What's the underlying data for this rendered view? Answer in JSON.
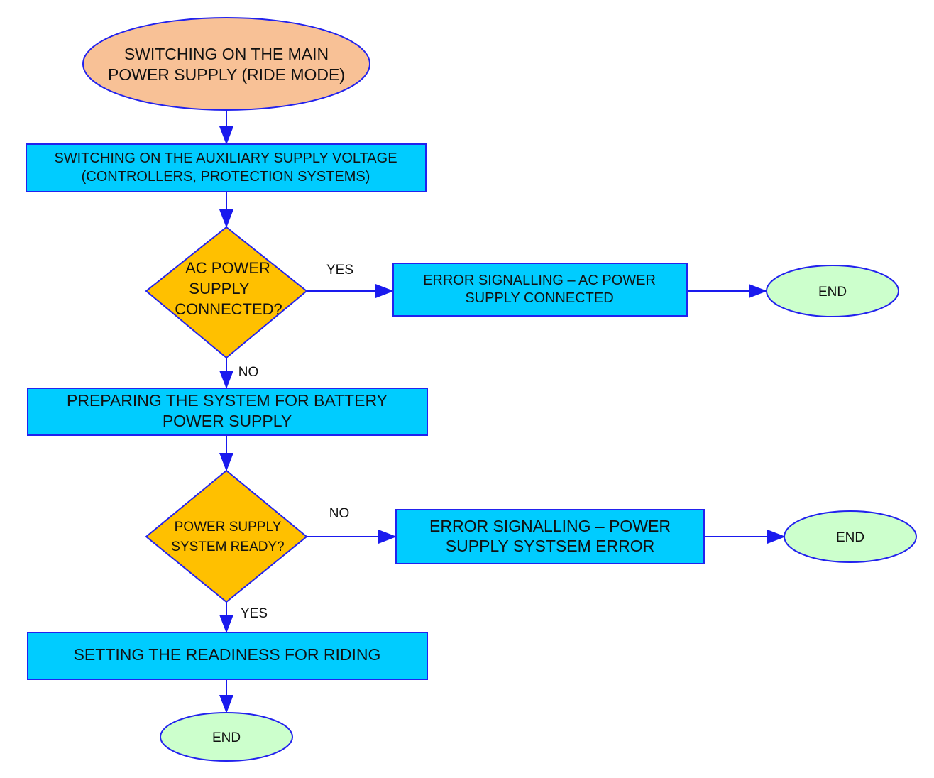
{
  "colors": {
    "start_fill": "#f8c196",
    "process_fill": "#00ccff",
    "decision_fill": "#ffc000",
    "end_fill": "#ccffcc",
    "outline": "#2222ee",
    "arrow": "#1a1aee"
  },
  "nodes": {
    "start": {
      "line1": "SWITCHING ON THE MAIN",
      "line2": "POWER SUPPLY (RIDE MODE)"
    },
    "aux": {
      "line1": "SWITCHING ON THE AUXILIARY SUPPLY VOLTAGE",
      "line2": "(CONTROLLERS, PROTECTION SYSTEMS)"
    },
    "ac_decision": {
      "line1": "AC POWER",
      "line2": "SUPPLY",
      "line3": "CONNECTED?"
    },
    "ac_error": {
      "line1": "ERROR SIGNALLING – AC POWER",
      "line2": "SUPPLY CONNECTED"
    },
    "end_ac": {
      "label": "END"
    },
    "prep": {
      "line1": "PREPARING THE SYSTEM FOR BATTERY",
      "line2": "POWER SUPPLY"
    },
    "ready_decision": {
      "line1": "POWER SUPPLY",
      "line2": "SYSTEM READY?"
    },
    "ps_error": {
      "line1": "ERROR SIGNALLING – POWER",
      "line2": "SUPPLY SYSTSEM ERROR"
    },
    "end_ps": {
      "label": "END"
    },
    "ride": {
      "label": "SETTING THE READINESS FOR RIDING"
    },
    "end_final": {
      "label": "END"
    }
  },
  "edge_labels": {
    "ac_yes": "YES",
    "ac_no": "NO",
    "ready_no": "NO",
    "ready_yes": "YES"
  }
}
